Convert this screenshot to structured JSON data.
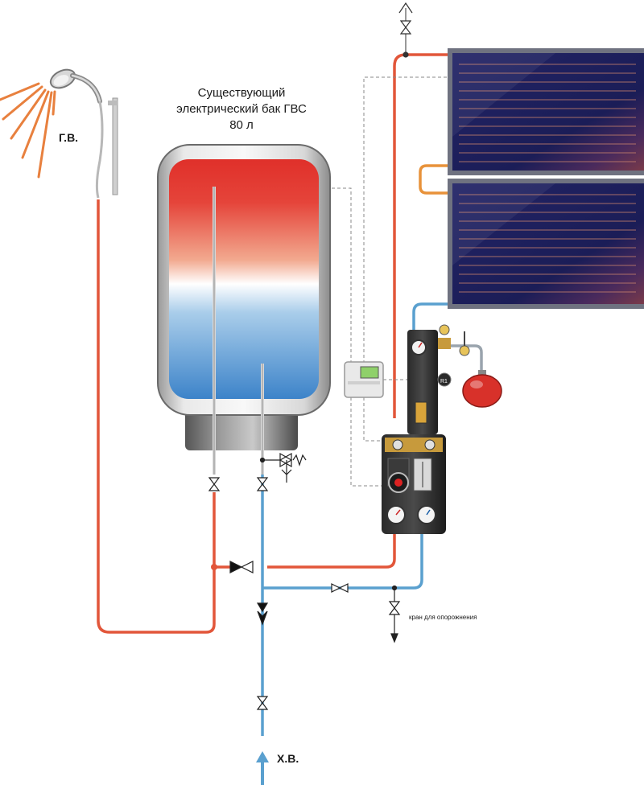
{
  "tank": {
    "title_line1": "Существующий",
    "title_line2": "электрический бак ГВС",
    "volume": "80 л"
  },
  "labels": {
    "hot_water": "Г.В.",
    "cold_water": "Х.В.",
    "drain_valve": "кран для опорожнения"
  },
  "colors": {
    "hot_pipe": "#e2563a",
    "cold_pipe": "#5aa0cf",
    "collector_loop": "#e8923a",
    "tank_hot": "#e23a2e",
    "tank_cold": "#3f86cc",
    "collector_panel": "#1b1d5e"
  }
}
